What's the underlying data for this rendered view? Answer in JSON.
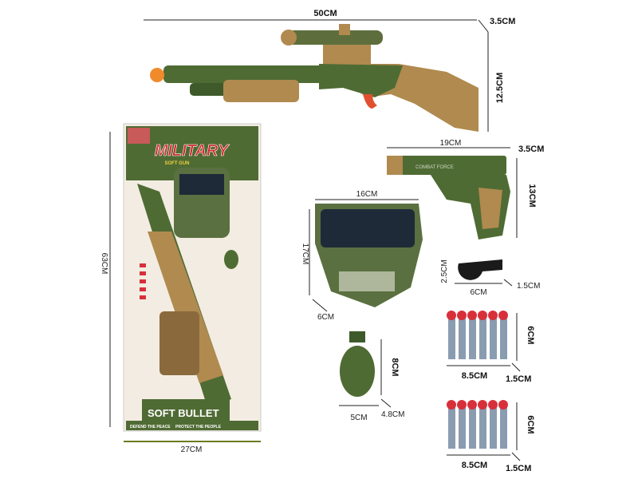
{
  "dimensions": {
    "shotgun_length": "50CM",
    "shotgun_depth": "3.5CM",
    "shotgun_height": "12.5CM",
    "pistol_length": "19CM",
    "pistol_depth": "3.5CM",
    "pistol_height": "13CM",
    "mask_width": "16CM",
    "mask_height": "17CM",
    "mask_depth": "6CM",
    "whistle_height": "2.5CM",
    "whistle_width": "6CM",
    "whistle_depth": "1.5CM",
    "grenade_height": "8CM",
    "grenade_width": "5CM",
    "grenade_depth": "4.8CM",
    "darts1_height": "6CM",
    "darts1_width": "8.5CM",
    "darts1_depth": "1.5CM",
    "darts2_height": "6CM",
    "darts2_width": "8.5CM",
    "darts2_depth": "1.5CM",
    "package_height": "63CM",
    "package_width": "27CM"
  },
  "package": {
    "brand": "MILITARY",
    "subtitle": "SOFT GUN",
    "bottom_title": "SOFT BULLET",
    "slogan_left": "DEFEND THE PEACE",
    "slogan_right": "PROTECT THE PEOPLE"
  },
  "pistol": {
    "engraving": "COMBAT FORCE"
  },
  "colors": {
    "army_green": "#4f6b34",
    "tan": "#b08a4f",
    "orange_tip": "#f08a2a",
    "dart_red": "#d8303a",
    "dart_blue": "#8a9cb0"
  }
}
